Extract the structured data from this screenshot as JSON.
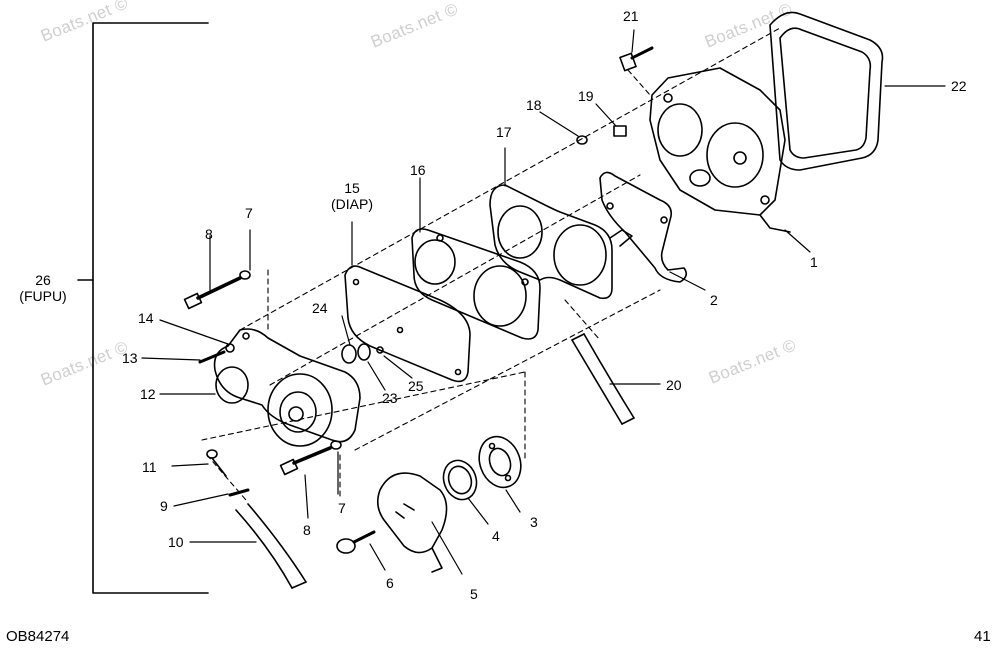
{
  "figure": {
    "code": "OB84274",
    "page": "41",
    "watermark": "Boats.net ©"
  },
  "callouts": {
    "c1": "1",
    "c2": "2",
    "c3": "3",
    "c4": "4",
    "c5": "5",
    "c6": "6",
    "c7a": "7",
    "c7b": "7",
    "c8a": "8",
    "c8b": "8",
    "c9": "9",
    "c10": "10",
    "c11": "11",
    "c12": "12",
    "c13": "13",
    "c14": "14",
    "c15": "15",
    "c15_note": "(DIAP)",
    "c16": "16",
    "c17": "17",
    "c18": "18",
    "c19": "19",
    "c20": "20",
    "c21": "21",
    "c22": "22",
    "c23": "23",
    "c24": "24",
    "c25": "25",
    "c26": "26",
    "c26_note": "(FUPU)"
  }
}
